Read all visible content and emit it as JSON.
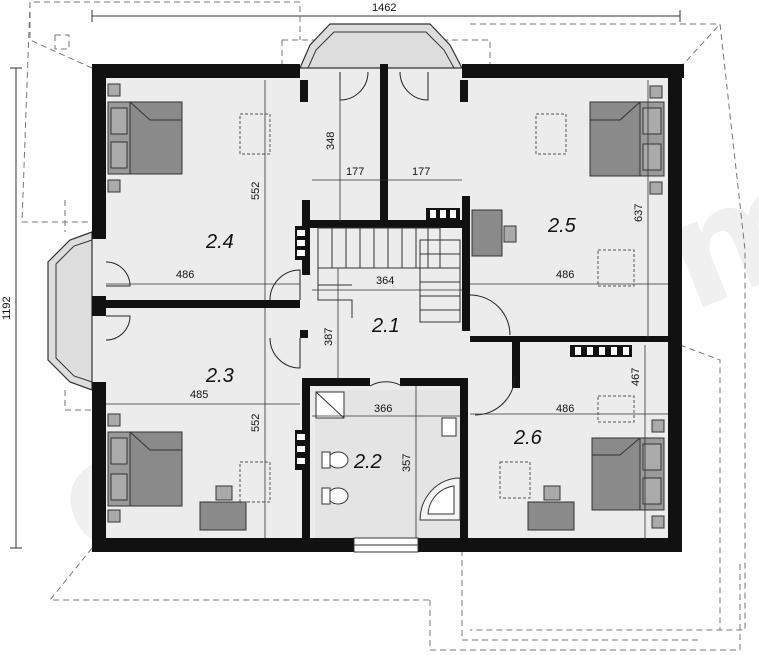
{
  "overall": {
    "width": "1462",
    "height": "1192"
  },
  "rooms": [
    {
      "id": "2.1",
      "label": "2.1"
    },
    {
      "id": "2.2",
      "label": "2.2"
    },
    {
      "id": "2.3",
      "label": "2.3"
    },
    {
      "id": "2.4",
      "label": "2.4"
    },
    {
      "id": "2.5",
      "label": "2.5"
    },
    {
      "id": "2.6",
      "label": "2.6"
    }
  ],
  "dimensions": {
    "d348": "348",
    "d177a": "177",
    "d177b": "177",
    "d552top": "552",
    "d637": "637",
    "d486a": "486",
    "d364": "364",
    "d486b": "486",
    "d387": "387",
    "d467": "467",
    "d485": "485",
    "d366": "366",
    "d486c": "486",
    "d552bot": "552",
    "d357": "357"
  },
  "colors": {
    "wall": "#111111",
    "floor": "#e8e8e8",
    "furniture": "#8a8a8a",
    "line": "#555555"
  },
  "watermark": "extradom"
}
